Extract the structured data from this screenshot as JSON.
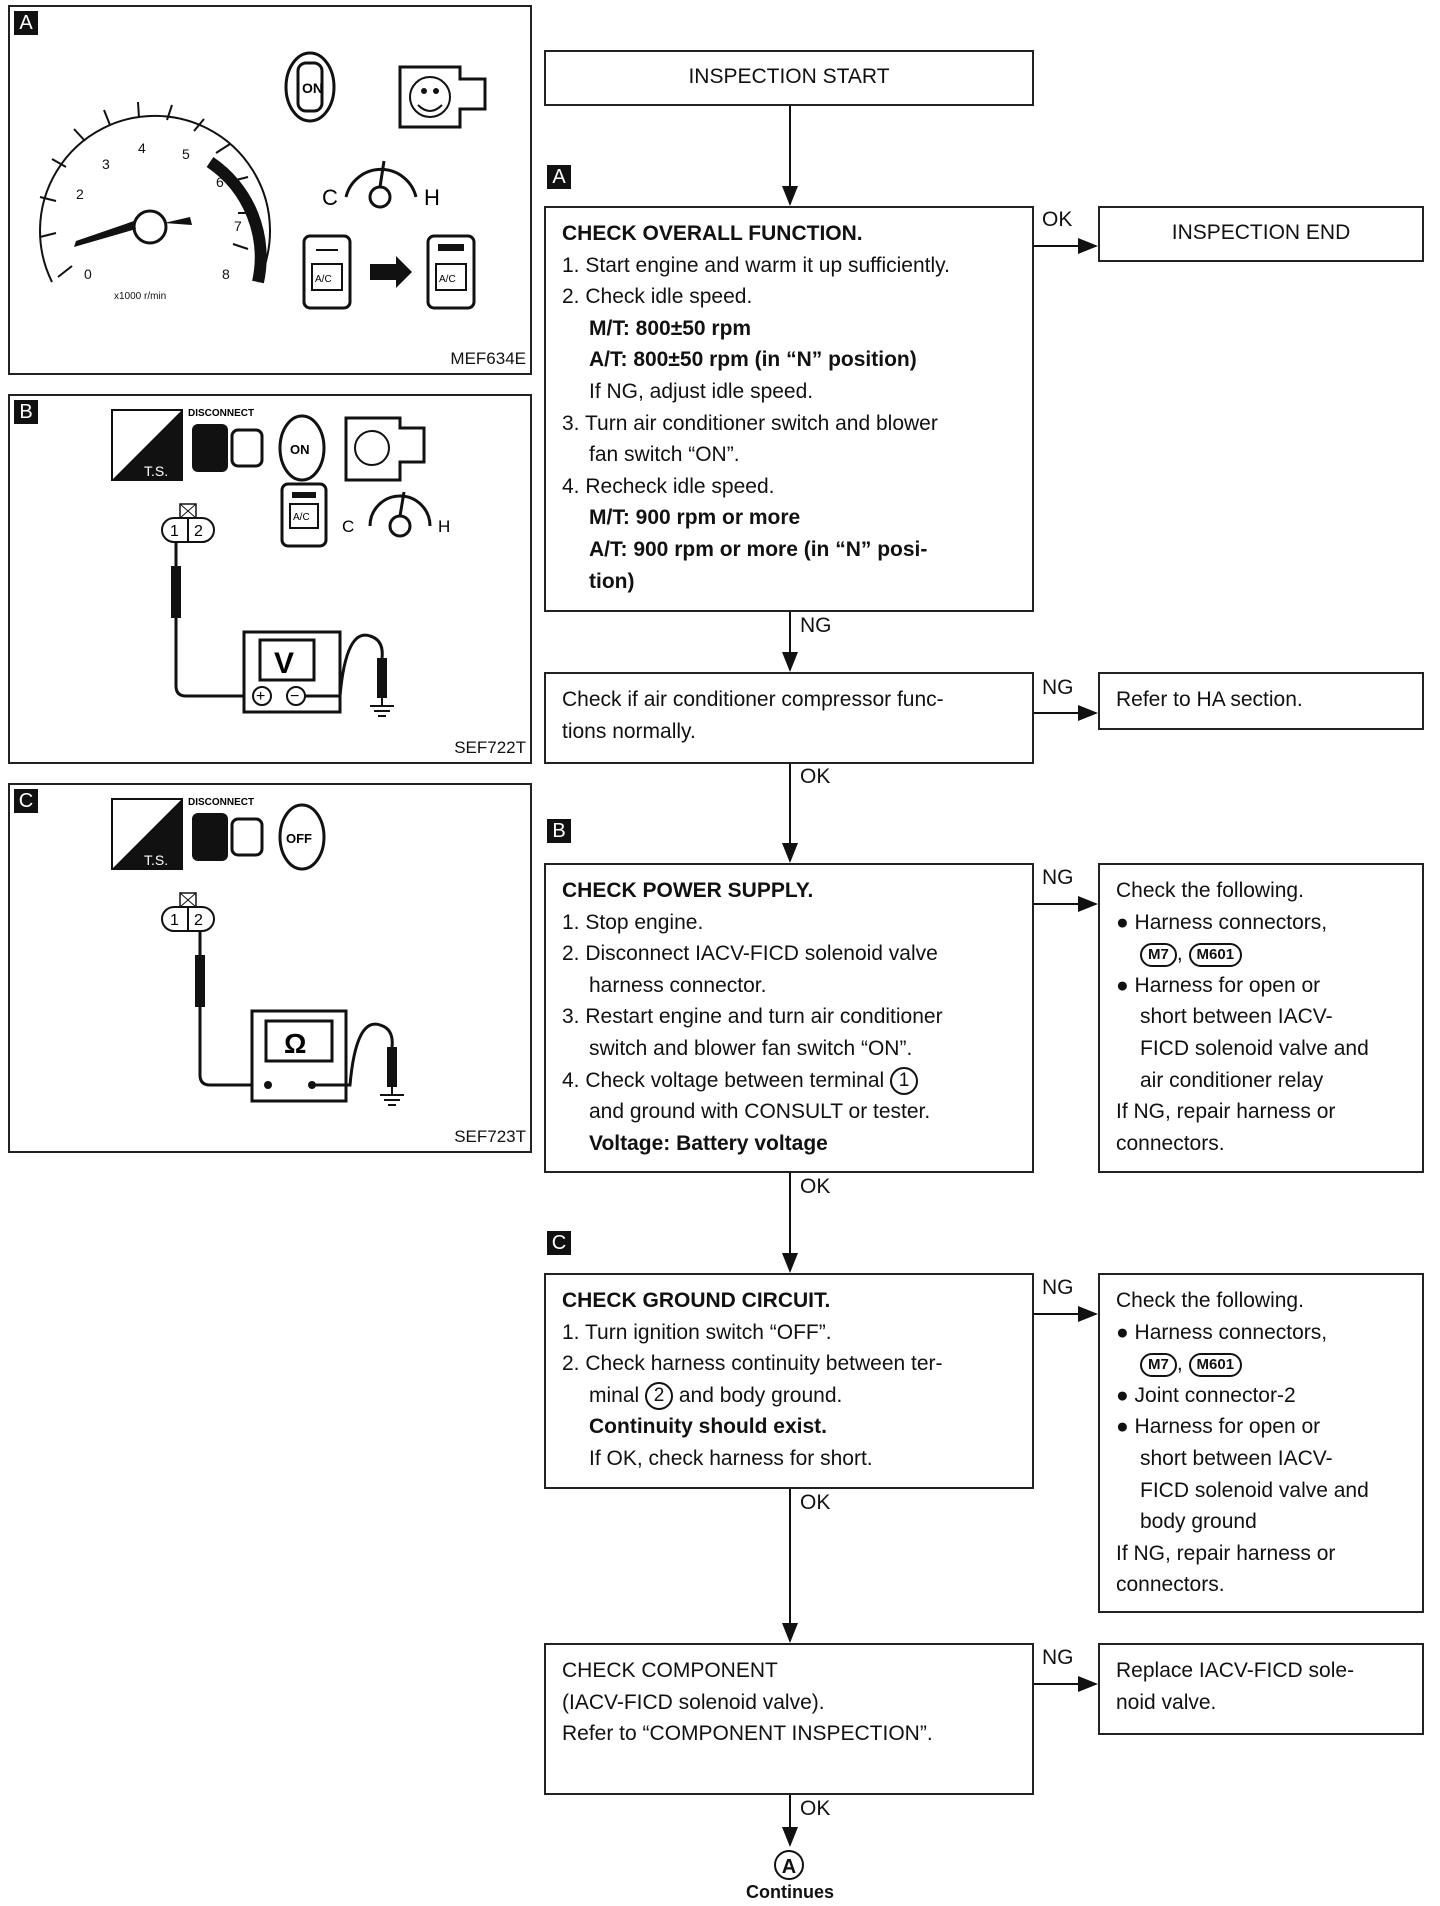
{
  "panels": {
    "a": {
      "tag": "A",
      "code": "MEF634E",
      "ignition_label": "ON",
      "ac_label": "A/C",
      "temp_cold": "C",
      "temp_hot": "H",
      "tach_ticks": [
        "0",
        "2",
        "3",
        "4",
        "5",
        "6",
        "7",
        "8"
      ],
      "tach_unit": "x1000 r/min"
    },
    "b": {
      "tag": "B",
      "code": "SEF722T",
      "disconnect": "DISCONNECT",
      "ts": "T.S.",
      "ignition_label": "ON",
      "ac_label": "A/C",
      "temp_cold": "C",
      "temp_hot": "H",
      "term1": "1",
      "term2": "2",
      "meter": "V",
      "plus": "+",
      "minus": "−"
    },
    "c": {
      "tag": "C",
      "code": "SEF723T",
      "disconnect": "DISCONNECT",
      "ts": "T.S.",
      "ignition_label": "OFF",
      "term1": "1",
      "term2": "2",
      "meter": "Ω"
    }
  },
  "flow": {
    "start": "INSPECTION START",
    "step_a": {
      "tag": "A",
      "title": "CHECK OVERALL FUNCTION.",
      "l1": "1. Start engine and warm it up sufficiently.",
      "l2": "2. Check idle speed.",
      "l2a": "M/T: 800±50 rpm",
      "l2b": "A/T: 800±50 rpm (in “N” position)",
      "l2c": "If NG, adjust idle speed.",
      "l3": "3. Turn air conditioner switch and blower",
      "l3b": "fan switch “ON”.",
      "l4": "4. Recheck idle speed.",
      "l4a": "M/T: 900 rpm or more",
      "l4b": "A/T: 900 rpm or more (in “N” posi-",
      "l4c": "tion)"
    },
    "end": "INSPECTION END",
    "compressor": {
      "l1": "Check if air conditioner compressor func-",
      "l2": "tions normally."
    },
    "refer_ha": "Refer to HA section.",
    "step_b": {
      "tag": "B",
      "title": "CHECK POWER SUPPLY.",
      "l1": "1. Stop engine.",
      "l2": "2. Disconnect IACV-FICD solenoid valve",
      "l2b": "harness connector.",
      "l3": "3. Restart engine and turn air conditioner",
      "l3b": "switch and blower fan switch “ON”.",
      "l4": "4. Check voltage between terminal",
      "l4_term": "1",
      "l4b": "and ground with CONSULT or tester.",
      "l4c": "Voltage: Battery voltage"
    },
    "result_b": {
      "l0": "Check the following.",
      "b1": "Harness connectors,",
      "b1c1": "M7",
      "b1sep": ",",
      "b1c2": "M601",
      "b2": "Harness for open or",
      "b2b": "short between IACV-",
      "b2c": "FICD solenoid valve and",
      "b2d": "air conditioner relay",
      "l9": "If NG, repair harness or",
      "l10": "connectors."
    },
    "step_c": {
      "tag": "C",
      "title": "CHECK GROUND CIRCUIT.",
      "l1": "1. Turn ignition switch “OFF”.",
      "l2": "2. Check harness continuity between ter-",
      "l2b_pre": "minal",
      "l2b_term": "2",
      "l2b_post": "and body ground.",
      "l2c": "Continuity should exist.",
      "l2d": "If OK, check harness for short."
    },
    "result_c": {
      "l0": "Check the following.",
      "b1": "Harness connectors,",
      "b1c1": "M7",
      "b1sep": ",",
      "b1c2": "M601",
      "b2": "Joint connector-2",
      "b3": "Harness for open or",
      "b3b": "short between IACV-",
      "b3c": "FICD solenoid valve and",
      "b3d": "body ground",
      "l9": "If NG, repair harness or",
      "l10": "connectors."
    },
    "component": {
      "l1": "CHECK COMPONENT",
      "l2": "(IACV-FICD solenoid valve).",
      "l3": "Refer to “COMPONENT INSPECTION”."
    },
    "replace": {
      "l1": "Replace IACV-FICD sole-",
      "l2": "noid valve."
    },
    "ok": "OK",
    "ng": "NG",
    "continue_mark": "A",
    "continues": "Continues"
  }
}
